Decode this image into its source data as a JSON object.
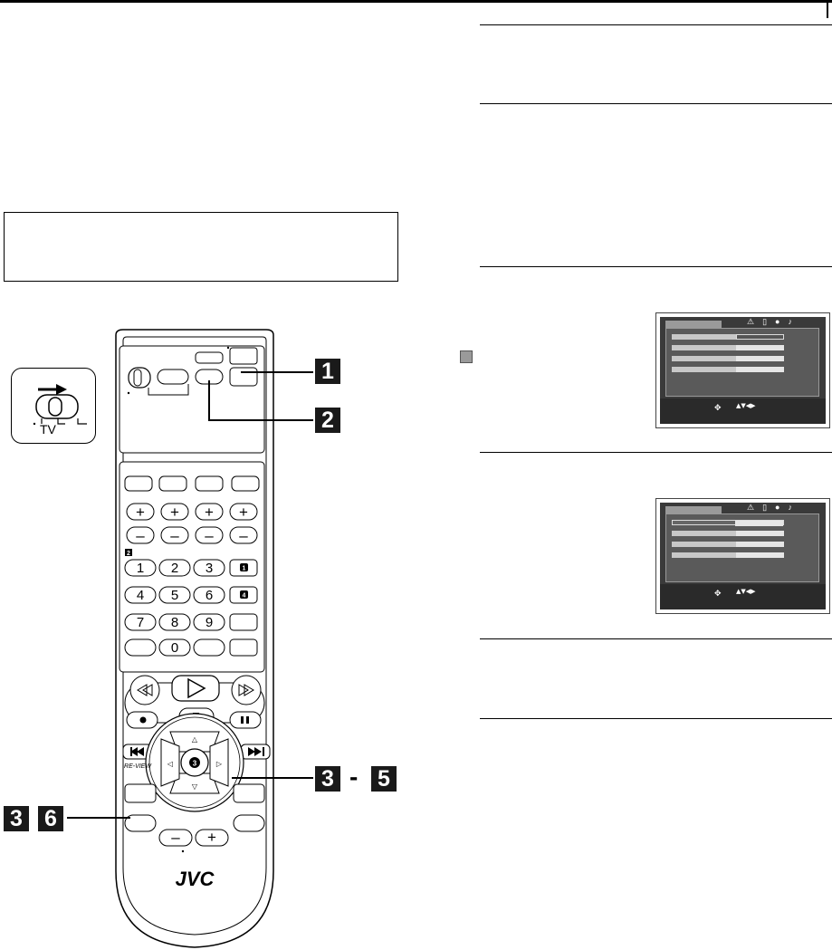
{
  "switch_inset": {
    "label": "TV"
  },
  "remote": {
    "brand": "JVC",
    "number_keys": [
      "1",
      "2",
      "3",
      "4",
      "5",
      "6",
      "7",
      "8",
      "9",
      "0"
    ],
    "plus_key": "+",
    "minus_key": "–",
    "ok_mark": "3",
    "review_label": "RE-VIEW"
  },
  "step_badges": {
    "step1": "1",
    "step2": "2",
    "step3_5_from": "3",
    "step3_5_sep": "-",
    "step3_5_to": "5",
    "step3_6_a": "3",
    "step3_6_b": "6"
  },
  "keypad_markers": {
    "left": "2",
    "right_top": "1",
    "right_mid": "4"
  },
  "osd": {
    "nav_glyph": "✥",
    "arrows": "▲▼◀▶",
    "icons": "⚠▯●♪"
  }
}
